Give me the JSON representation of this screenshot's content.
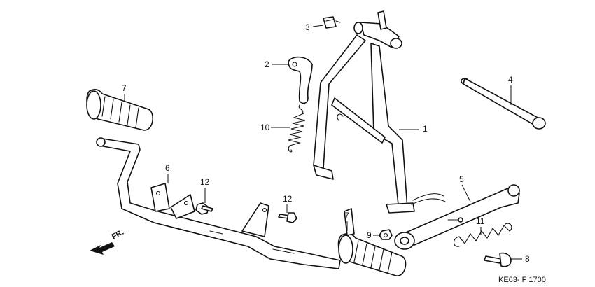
{
  "callouts": [
    "1",
    "2",
    "3",
    "4",
    "5",
    "6",
    "7",
    "7",
    "8",
    "9",
    "10",
    "11",
    "12",
    "12"
  ],
  "direction_label": "FR.",
  "diagram_code": "KE63- F 1700",
  "colors": {
    "line": "#111111",
    "background": "#ffffff"
  }
}
